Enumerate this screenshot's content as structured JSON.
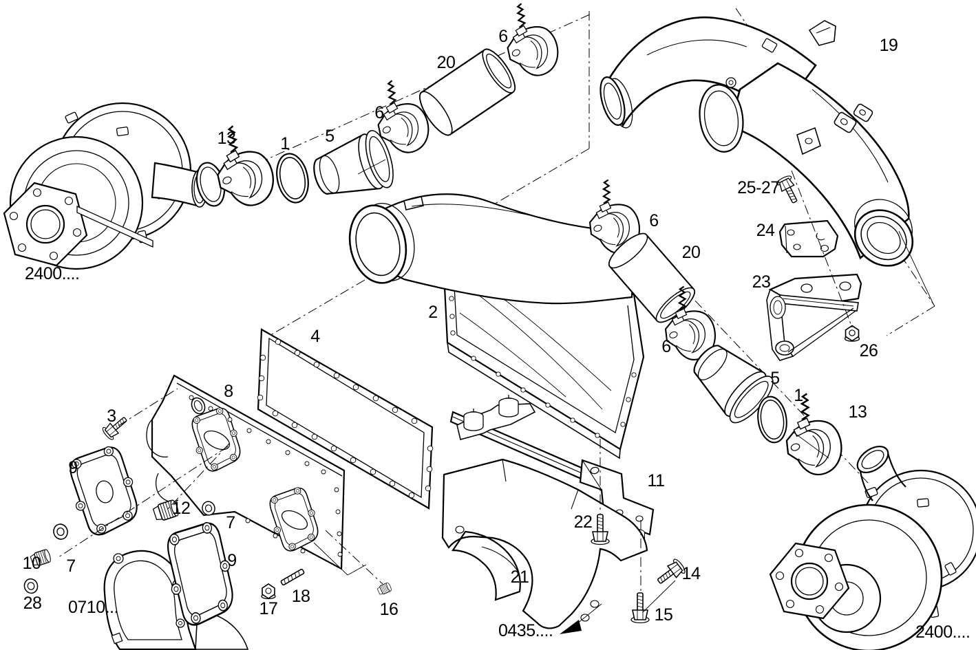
{
  "diagram": {
    "type": "exploded-parts-diagram",
    "background_color": "#ffffff",
    "line_color": "#000000",
    "part_numbers_visible": [
      "1",
      "2",
      "3",
      "4",
      "5",
      "6",
      "7",
      "8",
      "9",
      "10",
      "11",
      "12",
      "13",
      "14",
      "15",
      "16",
      "17",
      "18",
      "19",
      "20",
      "21",
      "22",
      "23",
      "24",
      "25-27",
      "26",
      "28"
    ],
    "callouts": [
      {
        "id": "six-top",
        "label": "6"
      },
      {
        "id": "twenty-left",
        "label": "20"
      },
      {
        "id": "six-midleft",
        "label": "6"
      },
      {
        "id": "five-left",
        "label": "5"
      },
      {
        "id": "one-left",
        "label": "1"
      },
      {
        "id": "thirteen-left",
        "label": "13"
      },
      {
        "id": "nineteen",
        "label": "19"
      },
      {
        "id": "twentyfive-twentyseven",
        "label": "25-27"
      },
      {
        "id": "twentyfour",
        "label": "24"
      },
      {
        "id": "twentythree",
        "label": "23"
      },
      {
        "id": "twentysix",
        "label": "26"
      },
      {
        "id": "six-righttop",
        "label": "6"
      },
      {
        "id": "twenty-right",
        "label": "20"
      },
      {
        "id": "six-rightlow",
        "label": "6"
      },
      {
        "id": "five-right",
        "label": "5"
      },
      {
        "id": "one-right",
        "label": "1"
      },
      {
        "id": "thirteen-right",
        "label": "13"
      },
      {
        "id": "two",
        "label": "2"
      },
      {
        "id": "four",
        "label": "4"
      },
      {
        "id": "eight",
        "label": "8"
      },
      {
        "id": "three",
        "label": "3"
      },
      {
        "id": "nine-upper",
        "label": "9"
      },
      {
        "id": "twelve",
        "label": "12"
      },
      {
        "id": "seven-upper",
        "label": "7"
      },
      {
        "id": "ten",
        "label": "10"
      },
      {
        "id": "seven-lower",
        "label": "7"
      },
      {
        "id": "twentyeight",
        "label": "28"
      },
      {
        "id": "nine-lower",
        "label": "9"
      },
      {
        "id": "seventeen",
        "label": "17"
      },
      {
        "id": "eighteen",
        "label": "18"
      },
      {
        "id": "sixteen",
        "label": "16"
      },
      {
        "id": "eleven",
        "label": "11"
      },
      {
        "id": "twentytwo",
        "label": "22"
      },
      {
        "id": "twentyone",
        "label": "21"
      },
      {
        "id": "fourteen",
        "label": "14"
      },
      {
        "id": "fifteen",
        "label": "15"
      }
    ],
    "ref_codes": [
      {
        "id": "ref-2400-left",
        "label": "2400...."
      },
      {
        "id": "ref-0710",
        "label": "0710..."
      },
      {
        "id": "ref-0435",
        "label": "0435...."
      },
      {
        "id": "ref-2400-right",
        "label": "2400...."
      }
    ]
  }
}
